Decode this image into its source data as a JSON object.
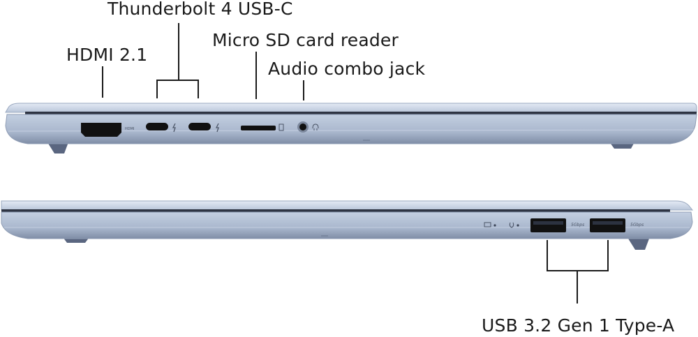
{
  "labels": {
    "thunderbolt": "Thunderbolt 4 USB-C",
    "microsd": "Micro SD card reader",
    "hdmi": "HDMI 2.1",
    "audio": "Audio combo jack",
    "usba": "USB 3.2 Gen 1 Type-A"
  },
  "port_marks": {
    "hdmi": "HDMI",
    "usb_speed_1": "5Gbps",
    "usb_speed_2": "5Gbps"
  },
  "colors": {
    "chassis": "#aab8cf",
    "chassis_light": "#d9e1ee",
    "chassis_dark": "#5d6b85",
    "port": "#111111",
    "text": "#1a1a1a"
  }
}
